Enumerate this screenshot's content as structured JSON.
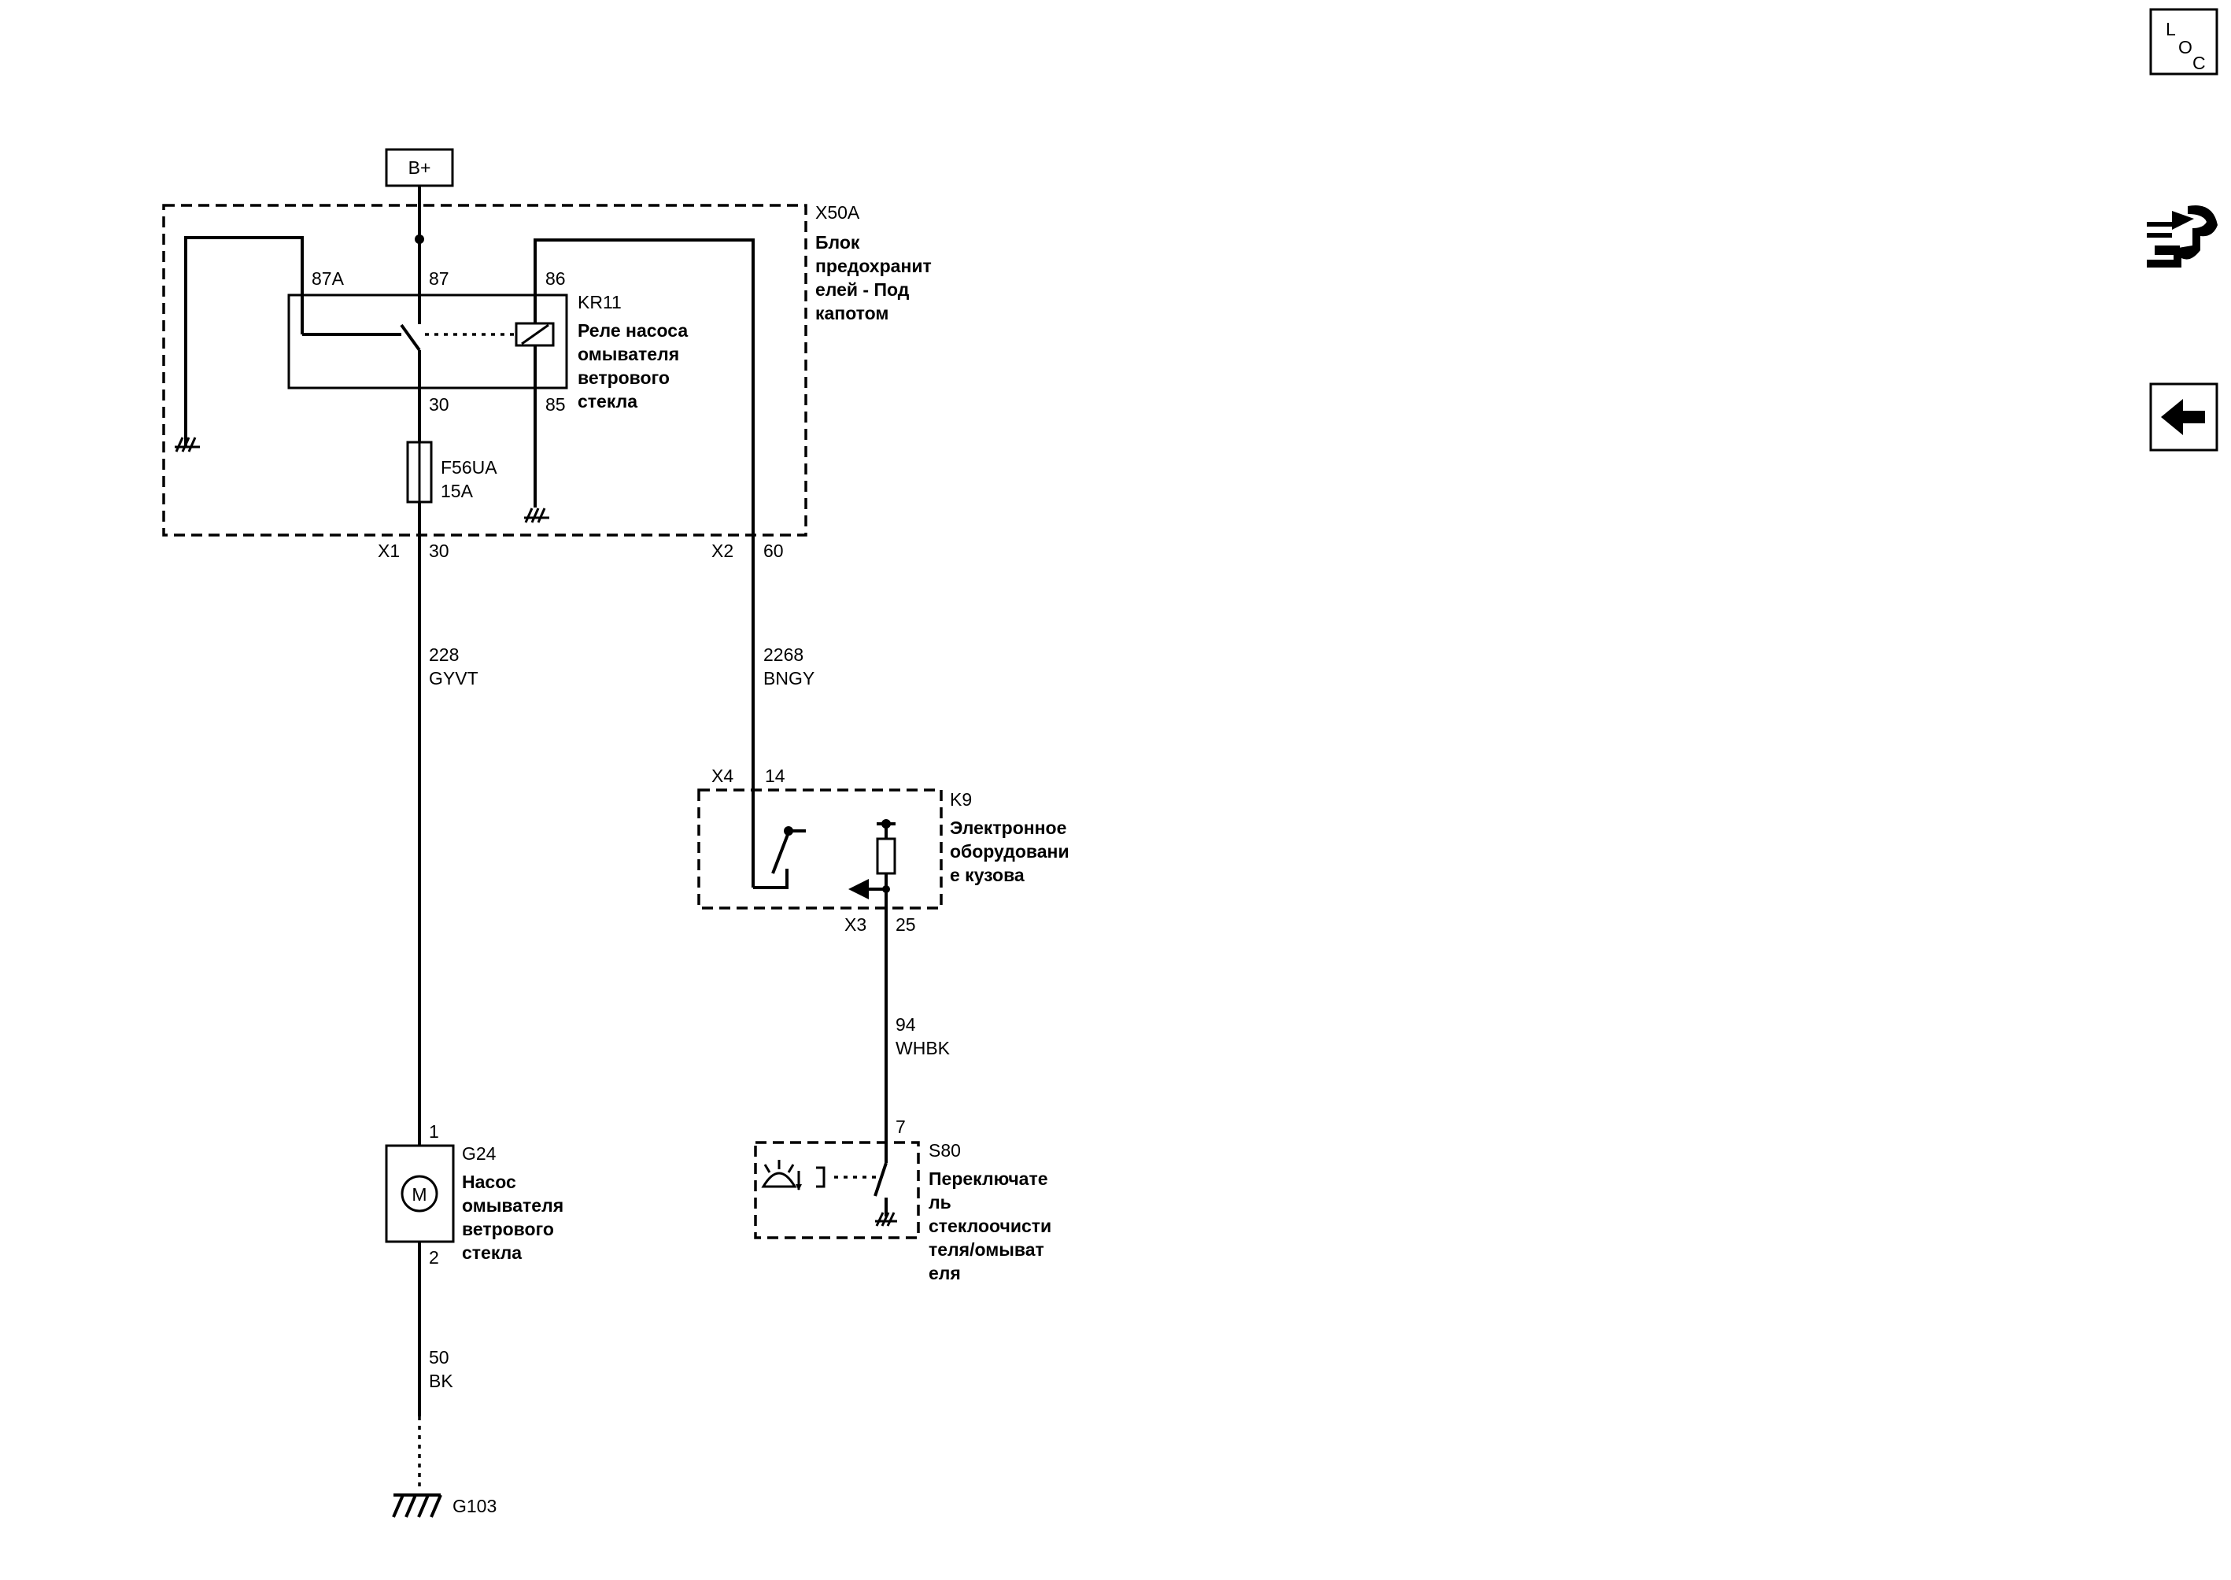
{
  "power": {
    "label": "B+"
  },
  "fuse_block": {
    "ref": "X50A",
    "name_lines": [
      "Блок",
      "предохранит",
      "елей - Под",
      "капотом"
    ],
    "connector_x1": "X1",
    "connector_x2": "X2",
    "pin_x1": "30",
    "pin_x2": "60"
  },
  "relay": {
    "ref": "KR11",
    "name_lines": [
      "Реле насоса",
      "омывателя",
      "ветрового",
      "стекла"
    ],
    "pin_87a": "87A",
    "pin_87": "87",
    "pin_86": "86",
    "pin_30": "30",
    "pin_85": "85"
  },
  "fuse": {
    "ref": "F56UA",
    "rating": "15A"
  },
  "wire_228": {
    "circuit": "228",
    "color": "GYVT"
  },
  "wire_2268": {
    "circuit": "2268",
    "color": "BNGY"
  },
  "bcm": {
    "ref": "K9",
    "name_lines": [
      "Электронное",
      "оборудовани",
      "е кузова"
    ],
    "connector_x4": "X4",
    "pin_14": "14",
    "connector_x3": "X3",
    "pin_25": "25"
  },
  "wire_94": {
    "circuit": "94",
    "color": "WHBK"
  },
  "switch": {
    "ref": "S80",
    "pin": "7",
    "name_lines": [
      "Переключате",
      "ль",
      "стеклоочисти",
      "теля/омыват",
      "еля"
    ]
  },
  "pump": {
    "ref": "G24",
    "pin_1": "1",
    "pin_2": "2",
    "symbol": "M",
    "name_lines": [
      "Насос",
      "омывателя",
      "ветрового",
      "стекла"
    ]
  },
  "wire_50": {
    "circuit": "50",
    "color": "BK"
  },
  "ground": {
    "ref": "G103"
  },
  "sidebar": {
    "loc_letters": [
      "L",
      "O",
      "C"
    ],
    "connector_icon": "connector-icon",
    "back_icon": "back-arrow-icon"
  }
}
